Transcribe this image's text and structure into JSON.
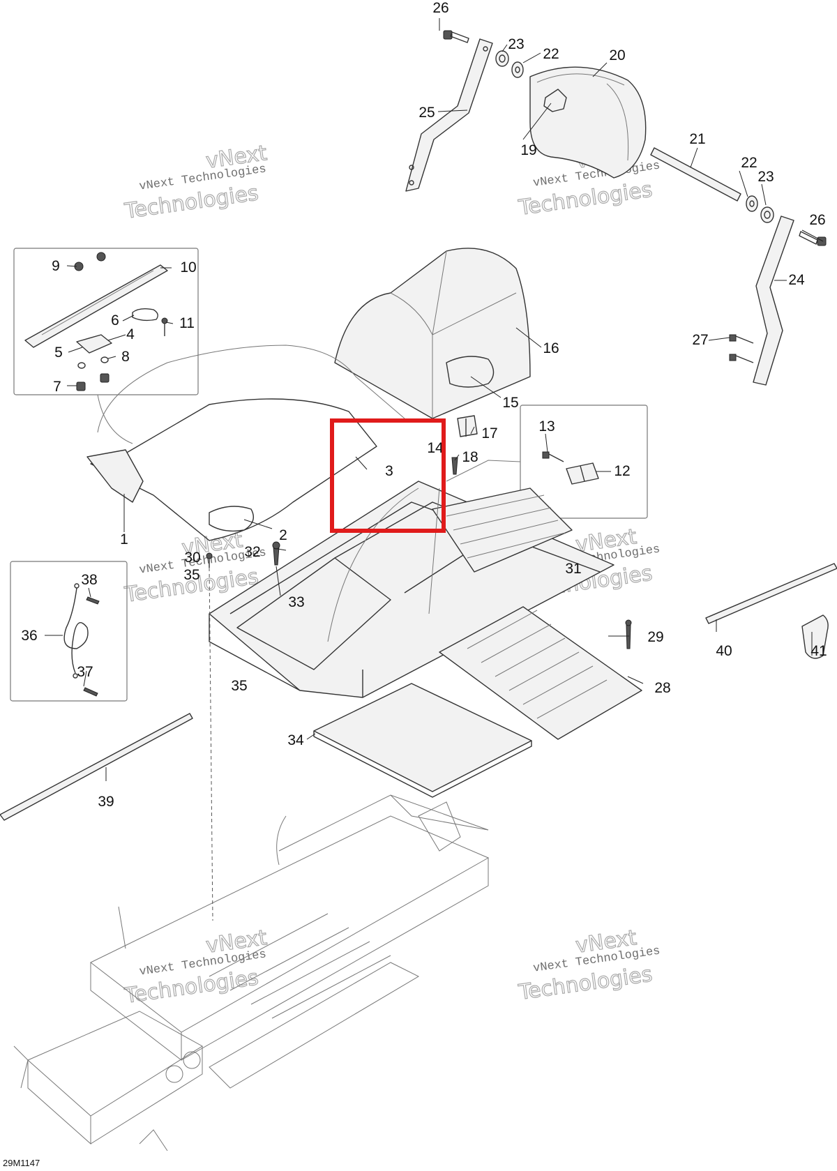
{
  "diagram_code": "29M1147",
  "watermark": {
    "line1": "vNext Technologies",
    "line2": "vNext",
    "line3": "Technologies"
  },
  "callouts": {
    "c1": "1",
    "c2": "2",
    "c3": "3",
    "c4": "4",
    "c5": "5",
    "c6": "6",
    "c7": "7",
    "c8": "8",
    "c9": "9",
    "c10": "10",
    "c11": "11",
    "c12": "12",
    "c13": "13",
    "c14": "14",
    "c15": "15",
    "c16": "16",
    "c17": "17",
    "c18": "18",
    "c19": "19",
    "c20": "20",
    "c21": "21",
    "c22": "22",
    "c23": "23",
    "c24": "24",
    "c25": "25",
    "c26": "26",
    "c27": "27",
    "c28": "28",
    "c29": "29",
    "c30": "30",
    "c31": "31",
    "c32": "32",
    "c33": "33",
    "c34": "34",
    "c35": "35",
    "c36": "36",
    "c37": "37",
    "c38": "38",
    "c39": "39",
    "c40": "40",
    "c41": "41"
  },
  "colors": {
    "highlight": "#e01b1b",
    "line": "#333333"
  }
}
